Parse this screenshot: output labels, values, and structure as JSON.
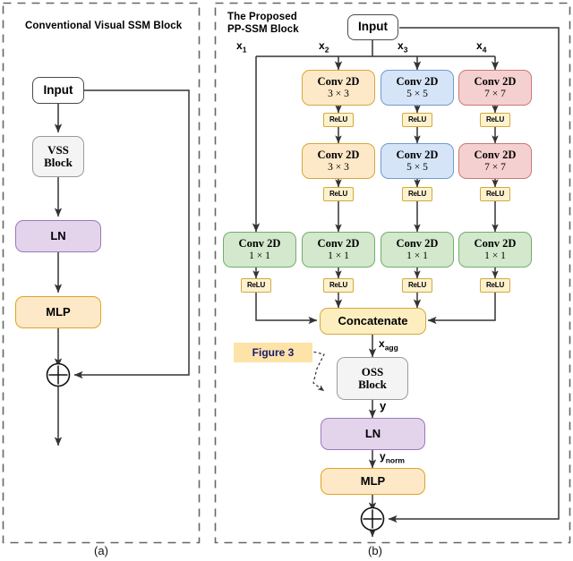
{
  "figure": {
    "panels": [
      {
        "id": "a",
        "caption": "(a)",
        "title": "Conventional Visual SSM Block",
        "nodes": {
          "input": "Input",
          "vss_line1": "VSS",
          "vss_line2": "Block",
          "ln": "LN",
          "mlp": "MLP",
          "add": "+"
        }
      },
      {
        "id": "b",
        "caption": "(b)",
        "title_line1": "The Proposed",
        "title_line2": "PP-SSM Block",
        "nodes": {
          "input": "Input",
          "concatenate": "Concatenate",
          "oss_line1": "OSS",
          "oss_line2": "Block",
          "ln": "LN",
          "mlp": "MLP",
          "add": "+",
          "figure_ref": "Figure 3"
        },
        "branch_labels": [
          "x",
          "x",
          "x",
          "x"
        ],
        "branch_subs": [
          "1",
          "2",
          "3",
          "4"
        ],
        "signal_labels": {
          "xagg_main": "x",
          "xagg_sub": "agg",
          "y": "y",
          "ynorm_main": "y",
          "ynorm_sub": "norm"
        },
        "relu_label": "ReLU",
        "conv_title": "Conv 2D",
        "branches": [
          {
            "name": "branch-1",
            "stages": [
              {
                "type": "conv",
                "title": "Conv 2D",
                "kernel": "1 × 1",
                "fill": "#d3e8cd",
                "stroke": "#74ab6d"
              },
              {
                "type": "relu",
                "label": "ReLU"
              }
            ]
          },
          {
            "name": "branch-2",
            "stages": [
              {
                "type": "conv",
                "title": "Conv 2D",
                "kernel": "3 × 3",
                "fill": "#fde8c8",
                "stroke": "#d6a83c"
              },
              {
                "type": "relu",
                "label": "ReLU"
              },
              {
                "type": "conv",
                "title": "Conv 2D",
                "kernel": "3 × 3",
                "fill": "#fde8c8",
                "stroke": "#d6a83c"
              },
              {
                "type": "relu",
                "label": "ReLU"
              },
              {
                "type": "conv",
                "title": "Conv 2D",
                "kernel": "1 × 1",
                "fill": "#d3e8cd",
                "stroke": "#74ab6d"
              },
              {
                "type": "relu",
                "label": "ReLU"
              }
            ]
          },
          {
            "name": "branch-3",
            "stages": [
              {
                "type": "conv",
                "title": "Conv 2D",
                "kernel": "5 × 5",
                "fill": "#d6e4f7",
                "stroke": "#6f9bd1"
              },
              {
                "type": "relu",
                "label": "ReLU"
              },
              {
                "type": "conv",
                "title": "Conv 2D",
                "kernel": "5 × 5",
                "fill": "#d6e4f7",
                "stroke": "#6f9bd1"
              },
              {
                "type": "relu",
                "label": "ReLU"
              },
              {
                "type": "conv",
                "title": "Conv 2D",
                "kernel": "1 × 1",
                "fill": "#d3e8cd",
                "stroke": "#74ab6d"
              },
              {
                "type": "relu",
                "label": "ReLU"
              }
            ]
          },
          {
            "name": "branch-4",
            "stages": [
              {
                "type": "conv",
                "title": "Conv 2D",
                "kernel": "7 × 7",
                "fill": "#f5d0d0",
                "stroke": "#cc7878"
              },
              {
                "type": "relu",
                "label": "ReLU"
              },
              {
                "type": "conv",
                "title": "Conv 2D",
                "kernel": "7 × 7",
                "fill": "#f5d0d0",
                "stroke": "#cc7878"
              },
              {
                "type": "relu",
                "label": "ReLU"
              },
              {
                "type": "conv",
                "title": "Conv 2D",
                "kernel": "1 × 1",
                "fill": "#d3e8cd",
                "stroke": "#74ab6d"
              },
              {
                "type": "relu",
                "label": "ReLU"
              }
            ]
          }
        ]
      }
    ],
    "colors": {
      "conv3x3_fill": "#fde8c8",
      "conv3x3_stroke": "#d6a83c",
      "conv5x5_fill": "#d6e4f7",
      "conv5x5_stroke": "#6f9bd1",
      "conv7x7_fill": "#f5d0d0",
      "conv7x7_stroke": "#cc7878",
      "conv1x1_fill": "#d3e8cd",
      "conv1x1_stroke": "#74ab6d",
      "relu_fill": "#fdf2cf",
      "relu_stroke": "#d6a83c",
      "concat_fill": "#fdeec0",
      "concat_stroke": "#d6a83c",
      "ln_fill": "#e3d4ec",
      "ln_stroke": "#9b79ba",
      "mlp_fill": "#fde8c8",
      "mlp_stroke": "#e0a325",
      "block_fill": "#f4f4f4",
      "block_stroke": "#9a9a9a",
      "figure_ref_fill": "#fde3a7",
      "figure_ref_text": "#1a1a6e",
      "arrow": "#333333",
      "panel_border": "#666666"
    }
  }
}
